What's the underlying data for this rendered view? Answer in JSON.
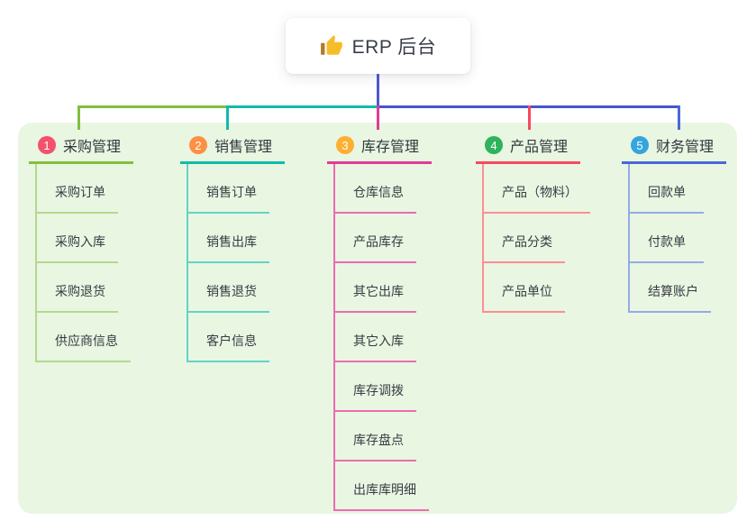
{
  "root": {
    "title": "ERP 后台",
    "icon": "thumbs-up-icon",
    "icon_color": "#f6bd2a",
    "icon_cuff_color": "#b07b2a"
  },
  "colors": {
    "page_bg": "#ffffff",
    "panel_bg": "#e9f6e2",
    "root_connector": "#4d59ce",
    "bus_blue": "#4656cd",
    "text_dark": "#33373d"
  },
  "branches": [
    {
      "key": "purchase",
      "number": "1",
      "label": "采购管理",
      "badge_color": "#f4516c",
      "main_color": "#82bf3e",
      "light_color": "#b3d98c",
      "children": [
        "采购订单",
        "采购入库",
        "采购退货",
        "供应商信息"
      ]
    },
    {
      "key": "sales",
      "number": "2",
      "label": "销售管理",
      "badge_color": "#fd9044",
      "main_color": "#10bcab",
      "light_color": "#63d3c6",
      "children": [
        "销售订单",
        "销售出库",
        "销售退货",
        "客户信息"
      ]
    },
    {
      "key": "inventory",
      "number": "3",
      "label": "库存管理",
      "badge_color": "#fdaf31",
      "main_color": "#e13a99",
      "light_color": "#ee6bb2",
      "children": [
        "仓库信息",
        "产品库存",
        "其它出库",
        "其它入库",
        "库存调拨",
        "库存盘点",
        "出库库明细"
      ]
    },
    {
      "key": "product",
      "number": "4",
      "label": "产品管理",
      "badge_color": "#2eb35c",
      "main_color": "#f8485e",
      "light_color": "#fa8f94",
      "children": [
        "产品（物料）",
        "产品分类",
        "产品单位"
      ]
    },
    {
      "key": "finance",
      "number": "5",
      "label": "财务管理",
      "badge_color": "#34a5de",
      "main_color": "#4a68d8",
      "light_color": "#95aae8",
      "children": [
        "回款单",
        "付款单",
        "结算账户"
      ]
    }
  ]
}
